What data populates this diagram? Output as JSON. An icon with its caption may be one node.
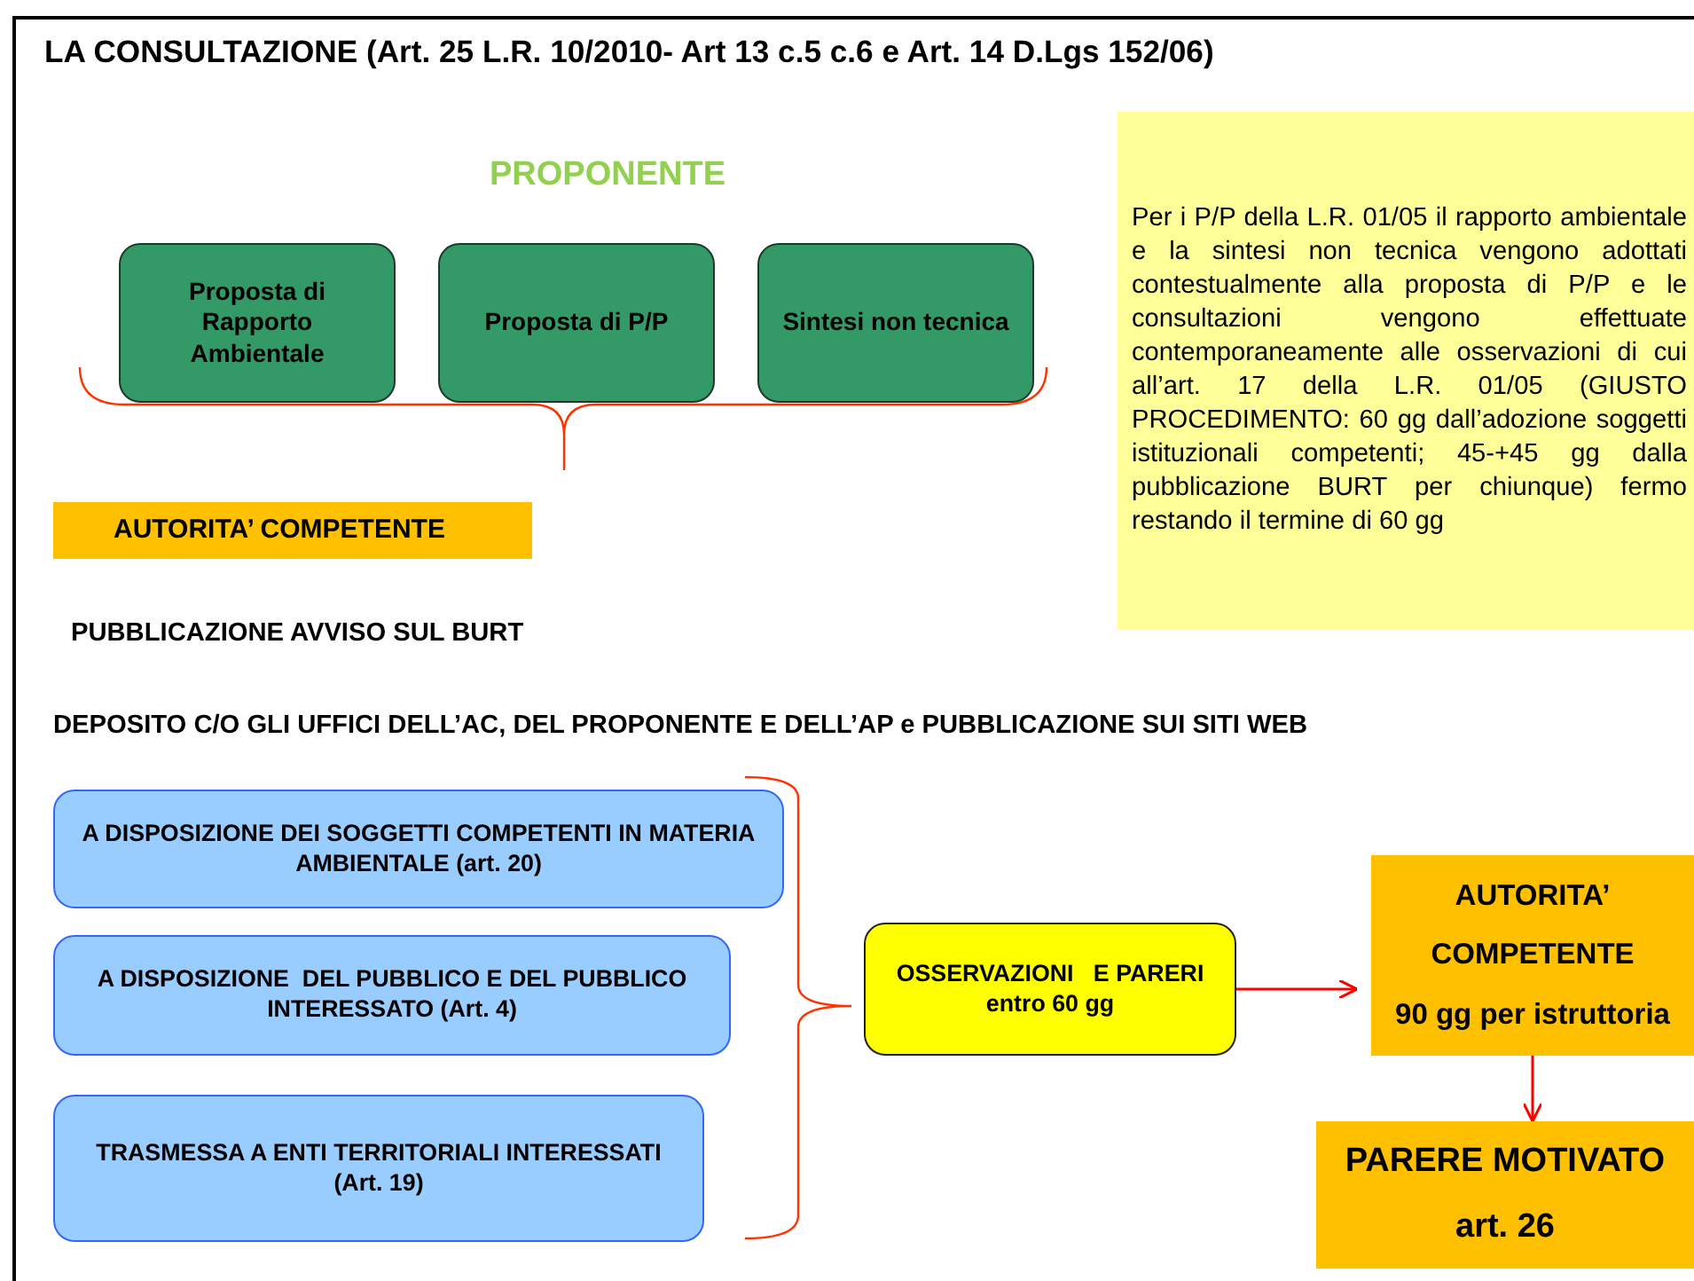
{
  "diagram": {
    "title": "LA CONSULTAZIONE (Art. 25 L.R. 10/2010- Art 13 c.5 c.6 e Art. 14 D.Lgs 152/06)",
    "nodes": [
      {
        "text": [
          "Proposta di Rapporto Ambientale"
        ]
      },
      {
        "text": [
          "Proposta di P/P"
        ]
      },
      {
        "text": [
          "Sintesi non tecnica"
        ]
      },
      {
        "text": [
          "AUTORITA’ COMPETENTE"
        ]
      },
      {
        "text": [
          "Per i P/P della L.R. 01/05 il rapporto ambientale e la sintesi non tecnica vengono adottati contestualmente alla proposta di P/P e le consultazioni vengono effettuate contemporaneamente alle osservazioni di cui all’art. 17 della L.R. 01/05 (GIUSTO PROCEDIMENTO: 60 gg dall’adozione soggetti istituzionali competenti; 45-+45 gg dalla pubblicazione BURT per chiunque) fermo restando il termine di 60 gg"
        ]
      },
      {
        "text": [
          "A DISPOSIZIONE DEI SOGGETTI COMPETENTI IN MATERIA AMBIENTALE (art. 20)"
        ]
      },
      {
        "text": [
          "A DISPOSIZIONE  DEL PUBBLICO E DEL PUBBLICO INTERESSATO (Art. 4)"
        ]
      },
      {
        "text": [
          "TRASMESSA A ENTI TERRITORIALI INTERESSATI (Art. 19)"
        ]
      },
      {
        "text": [
          "OSSERVAZIONI   E PARERI entro 60 gg"
        ]
      },
      {
        "text": [
          "AUTORITA’",
          "COMPETENTE",
          "90 gg per istruttoria"
        ]
      },
      {
        "text": [
          "PARERE MOTIVATO",
          "art. 26"
        ]
      }
    ],
    "edges": [
      {
        "from": 8,
        "to": 9,
        "arrow": "to"
      },
      {
        "from": 9,
        "to": 10,
        "arrow": "to"
      }
    ],
    "labels": [
      "PROPONENTE",
      "PUBBLICAZIONE AVVISO SUL BURT",
      "DEPOSITO C/O GLI UFFICI DELL’AC, DEL PROPONENTE E DELL’AP e PUBBLICAZIONE SUI SITI WEB"
    ]
  }
}
